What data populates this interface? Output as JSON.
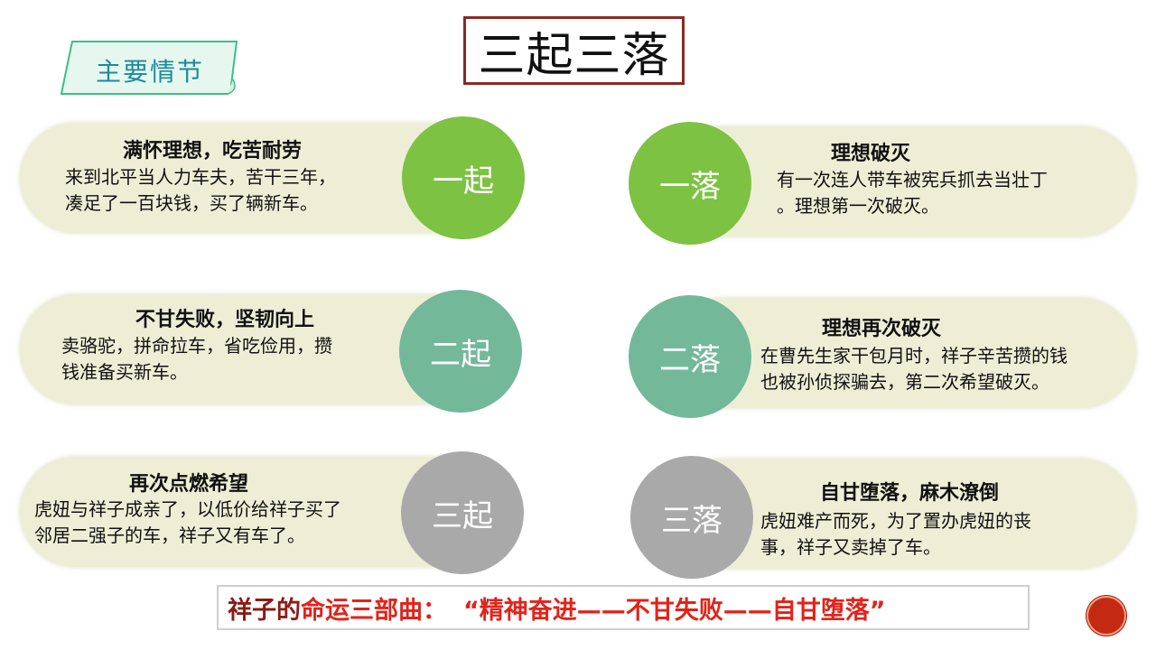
{
  "title": "三起三落",
  "section_tag": "主要情节",
  "colors": {
    "card_bg": "#eeeed6",
    "stage1": "#7dc242",
    "stage2": "#74b89a",
    "stage3": "#a9a9a9",
    "summary_dark": "#8c1c14",
    "summary_red": "#e2231a",
    "title_border": "#8a2a22"
  },
  "rises": [
    {
      "badge": "一起",
      "heading": "满怀理想，吃苦耐劳",
      "lines": [
        "来到北平当人力车夫，苦干三年，",
        "凑足了一百块钱，买了辆新车。"
      ]
    },
    {
      "badge": "二起",
      "heading": "不甘失败，坚韧向上",
      "lines": [
        "卖骆驼，拼命拉车，省吃俭用，攒",
        "钱准备买新车。"
      ]
    },
    {
      "badge": "三起",
      "heading": "再次点燃希望",
      "lines": [
        "虎妞与祥子成亲了，以低价给祥子买了",
        "邻居二强子的车，祥子又有车了。"
      ]
    }
  ],
  "falls": [
    {
      "badge": "一落",
      "heading": "理想破灭",
      "lines": [
        "有一次连人带车被宪兵抓去当壮丁",
        "。理想第一次破灭。"
      ]
    },
    {
      "badge": "二落",
      "heading": "理想再次破灭",
      "lines": [
        "在曹先生家干包月时，祥子辛苦攒的钱",
        "也被孙侦探骗去，第二次希望破灭。"
      ]
    },
    {
      "badge": "三落",
      "heading": "自甘堕落，麻木潦倒",
      "lines": [
        "虎妞难产而死，为了置办虎妞的丧",
        "事，祥子又卖掉了车。"
      ]
    }
  ],
  "summary": {
    "part1": "祥子的",
    "part2": "命运三部曲：",
    "part3": "“精神奋进——不甘失败——自甘堕落”"
  }
}
